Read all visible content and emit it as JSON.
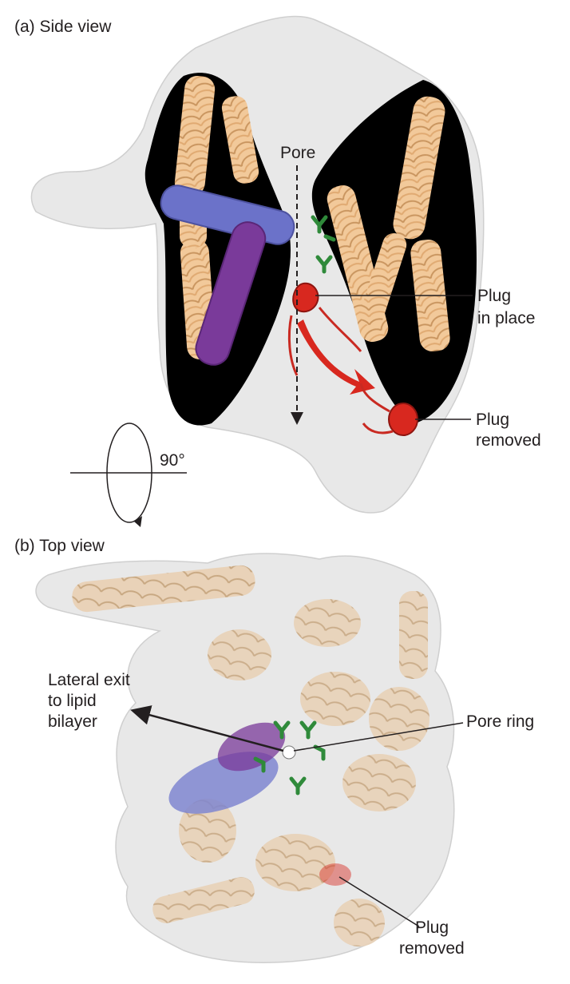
{
  "panel_a": {
    "title": "(a) Side view",
    "pore_label": "Pore",
    "plug_in_place": [
      "Plug",
      "in place"
    ],
    "plug_removed": [
      "Plug",
      "removed"
    ],
    "rotation": "90°"
  },
  "panel_b": {
    "title": "(b) Top view",
    "lateral_exit": [
      "Lateral exit",
      "to lipid",
      "bilayer"
    ],
    "pore_ring": "Pore ring",
    "plug_removed": [
      "Plug",
      "removed"
    ]
  },
  "colors": {
    "helix_tan": "#f2c99a",
    "helix_tan_edge": "#c9955f",
    "slab_black": "#000000",
    "helix_blue": "#6b72c9",
    "helix_purple": "#7a3a9a",
    "plug_red": "#d8281f",
    "residue_green": "#2f8a3a",
    "surface_grey": "#e4e4e4"
  }
}
